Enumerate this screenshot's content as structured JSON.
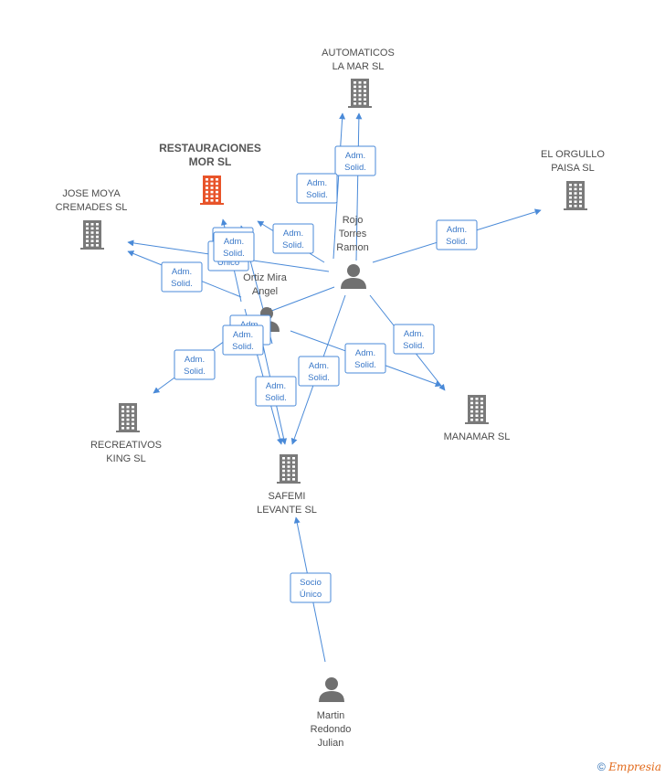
{
  "nodes": [
    {
      "id": "automaticos",
      "type": "company",
      "lines": [
        "AUTOMATICOS",
        "LA MAR SL"
      ]
    },
    {
      "id": "restauraciones",
      "type": "company",
      "highlight": true,
      "lines": [
        "RESTAURACIONES",
        "MOR SL"
      ]
    },
    {
      "id": "orgullo",
      "type": "company",
      "lines": [
        "EL ORGULLO",
        "PAISA SL"
      ]
    },
    {
      "id": "jose",
      "type": "company",
      "lines": [
        "JOSE MOYA",
        "CREMADES SL"
      ]
    },
    {
      "id": "rojo",
      "type": "person",
      "lines": [
        "Rojo",
        "Torres",
        "Ramon"
      ]
    },
    {
      "id": "ortiz",
      "type": "person",
      "lines": [
        "Ortiz Mira",
        "Angel"
      ]
    },
    {
      "id": "recreativos",
      "type": "company",
      "lines": [
        "RECREATIVOS",
        "KING SL"
      ]
    },
    {
      "id": "manamar",
      "type": "company",
      "lines": [
        "MANAMAR SL"
      ]
    },
    {
      "id": "safemi",
      "type": "company",
      "lines": [
        "SAFEMI",
        "LEVANTE SL"
      ]
    },
    {
      "id": "martin",
      "type": "person",
      "lines": [
        "Martin",
        "Redondo",
        "Julian"
      ]
    }
  ],
  "edges": [
    {
      "id": "e1",
      "lines": [
        "Adm.",
        "Solid."
      ]
    },
    {
      "id": "e2",
      "lines": [
        "Adm.",
        "Solid."
      ]
    },
    {
      "id": "e3",
      "lines": [
        "Adm.",
        "Solid."
      ]
    },
    {
      "id": "e4",
      "lines": [
        "Adm.",
        "Solid."
      ]
    },
    {
      "id": "e5",
      "lines": [
        "Adm.",
        "Solid."
      ]
    },
    {
      "id": "e6",
      "lines": [
        "Adm.",
        "Solid."
      ]
    },
    {
      "id": "e7",
      "lines": [
        "Adm.",
        "Solid."
      ]
    },
    {
      "id": "e8",
      "lines": [
        "Adm.",
        "Solid."
      ]
    },
    {
      "id": "e9",
      "lines": [
        "Socio",
        "Único"
      ]
    },
    {
      "id": "e10",
      "lines": [
        "Adm.",
        "Solid."
      ]
    },
    {
      "id": "e11",
      "lines": [
        "Adm.",
        "Solid."
      ]
    },
    {
      "id": "e12",
      "lines": [
        "Adm.",
        "Solid."
      ]
    },
    {
      "id": "e13",
      "lines": [
        "Adm.",
        "Solid."
      ]
    },
    {
      "id": "e14",
      "lines": [
        "Adm.",
        "Solid."
      ]
    },
    {
      "id": "e15",
      "lines": [
        "Adm.",
        "Solid."
      ]
    },
    {
      "id": "e16",
      "lines": [
        "Socio",
        "Único"
      ]
    }
  ],
  "colors": {
    "edge": "#4a8ad8",
    "company": "#7a7a7a",
    "company_highlight": "#e8542a",
    "person": "#707070"
  },
  "footer": {
    "symbol": "©",
    "brand": "Empresia"
  }
}
